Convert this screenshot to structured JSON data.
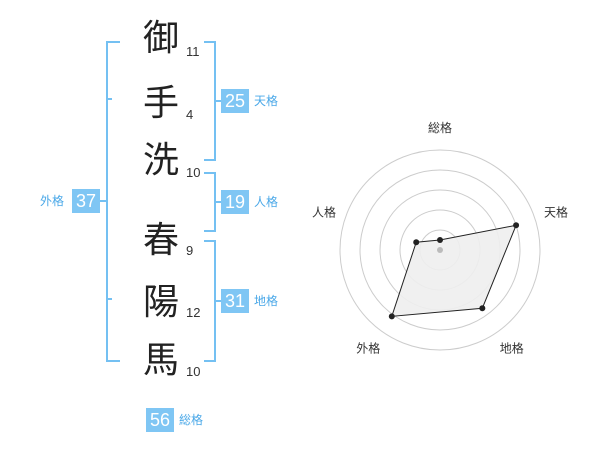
{
  "name": {
    "characters": [
      {
        "char": "御",
        "strokes": 11
      },
      {
        "char": "手",
        "strokes": 4
      },
      {
        "char": "洗",
        "strokes": 10
      },
      {
        "char": "春",
        "strokes": 9
      },
      {
        "char": "陽",
        "strokes": 12
      },
      {
        "char": "馬",
        "strokes": 10
      }
    ]
  },
  "scores": {
    "tenkaku": {
      "value": 25,
      "label": "天格"
    },
    "jinkaku": {
      "value": 19,
      "label": "人格"
    },
    "chikaku": {
      "value": 31,
      "label": "地格"
    },
    "gaikaku": {
      "value": 37,
      "label": "外格"
    },
    "soukaku": {
      "value": 56,
      "label": "総格"
    }
  },
  "radar": {
    "axes": [
      "総格",
      "天格",
      "地格",
      "外格",
      "人格"
    ],
    "levels": 5,
    "values": [
      0.1,
      0.8,
      0.72,
      0.82,
      0.25
    ],
    "colors": {
      "fill": "#eeeeee",
      "line": "#222222",
      "grid": "#cccccc"
    }
  },
  "colors": {
    "accent": "#7fc6f4",
    "bracket": "#74c0f2"
  }
}
